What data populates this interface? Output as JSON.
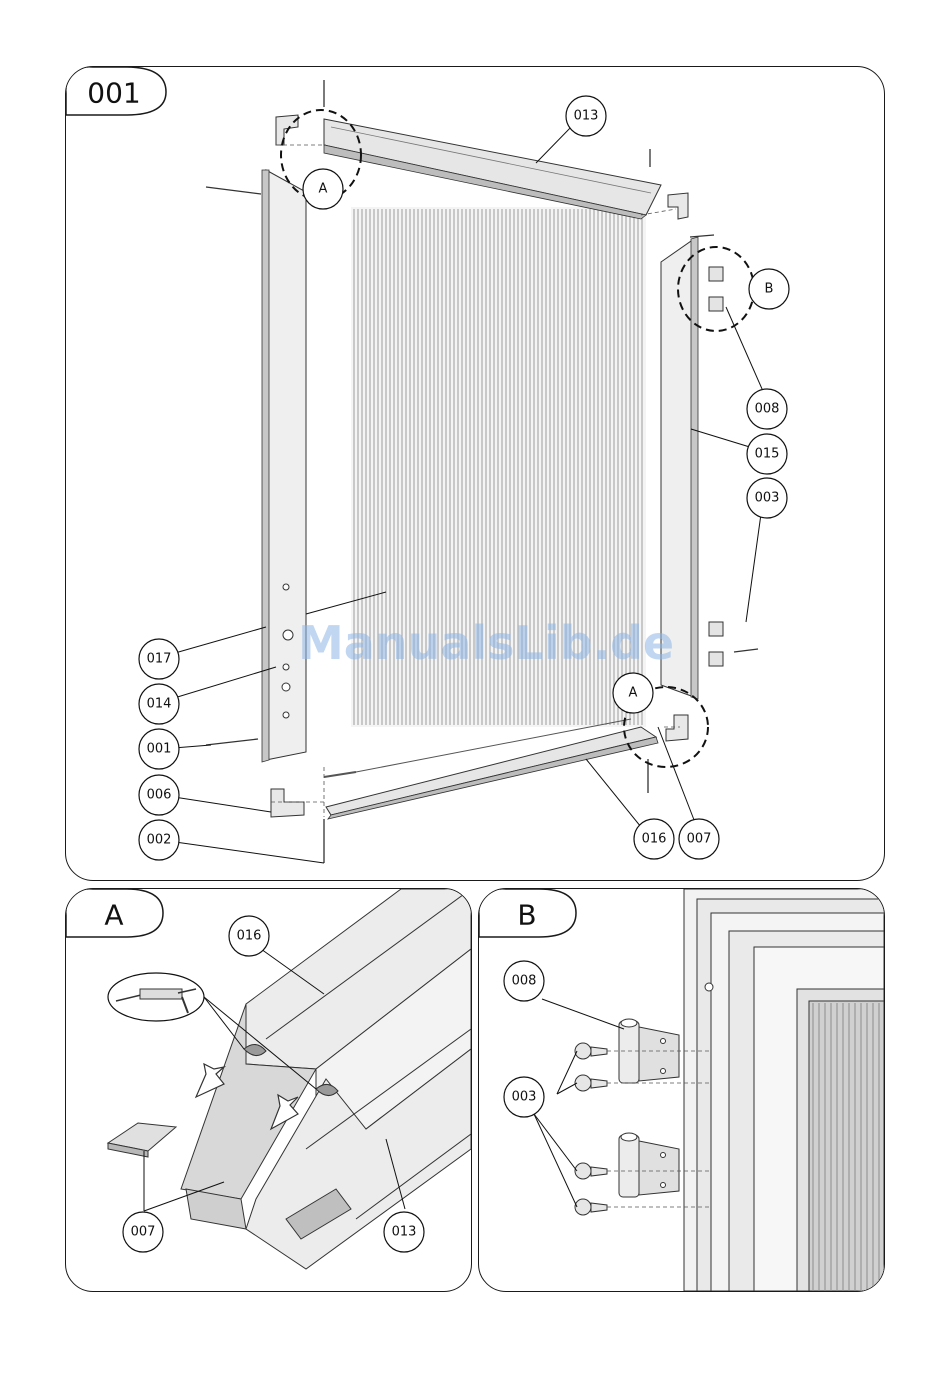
{
  "panels": {
    "main": {
      "title": "001"
    },
    "detail_a": {
      "title": "A"
    },
    "detail_b": {
      "title": "B"
    }
  },
  "main_callouts": {
    "c013": "013",
    "c008": "008",
    "c015": "015",
    "c003": "003",
    "c017": "017",
    "c014": "014",
    "c001": "001",
    "c006": "006",
    "c002": "002",
    "c016": "016",
    "c007": "007",
    "detail_a_top": "A",
    "detail_a_bottom": "A",
    "detail_b": "B"
  },
  "a_callouts": {
    "c016": "016",
    "c007": "007",
    "c013": "013"
  },
  "b_callouts": {
    "c008": "008",
    "c003": "003"
  },
  "watermark": "ManualsLib.de"
}
